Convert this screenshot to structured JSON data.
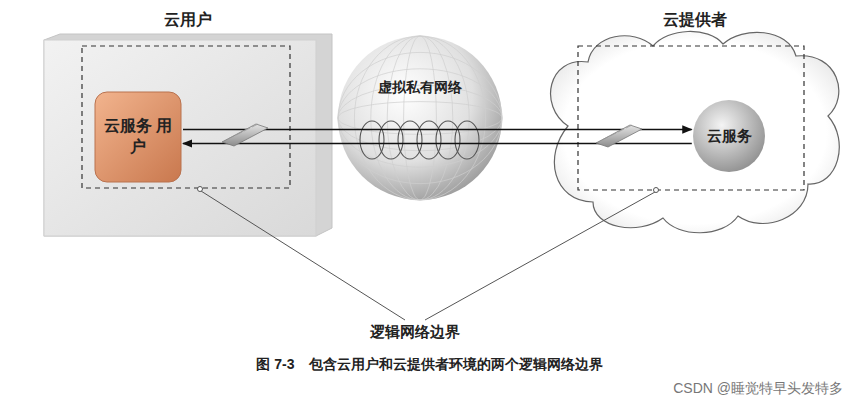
{
  "diagram": {
    "caption": "图 7-3　包含云用户和云提供者环境的两个逻辑网络边界",
    "nodes": [
      {
        "text": [
          "云用户"
        ]
      },
      {
        "text": [
          "云服务 用户"
        ],
        "in": 0
      },
      {
        "text": [
          "虚拟私有网络"
        ]
      },
      {
        "text": [
          "云提供者"
        ]
      },
      {
        "text": [
          "云服务"
        ],
        "in": 3
      }
    ],
    "edges": [
      {
        "from": 1,
        "to": 4,
        "arrow": "to"
      },
      {
        "from": 4,
        "to": 1,
        "arrow": "to"
      }
    ],
    "labels": [
      "逻辑网络边界",
      "CSDN @睡觉特早头发特多"
    ]
  }
}
